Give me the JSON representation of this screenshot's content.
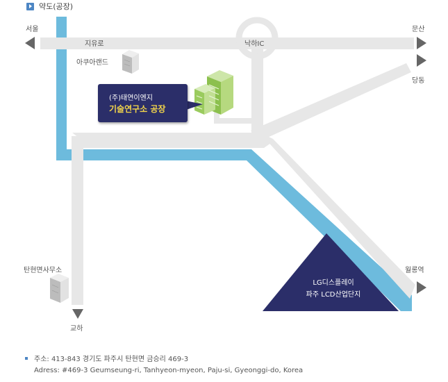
{
  "header": {
    "title": "약도(공장)"
  },
  "labels": {
    "seoul": "서울",
    "munsan": "문산",
    "jayuro": "지유로",
    "nakha_ic": "낙하IC",
    "arirand": "아쿠아랜드",
    "dangdong": "당동",
    "tanhyeon_office": "탄현면사무소",
    "wolrong": "월롱역",
    "gyoha": "교하"
  },
  "callout": {
    "line1": "(주)태연이엔지",
    "line2": "기술연구소 공장"
  },
  "lg_block": {
    "line1": "LG디스플레이",
    "line2": "파주 LCD산업단지"
  },
  "address": {
    "korean": "주소: 413-843 경기도 파주시 탄현면 금승리 469-3",
    "english": "Adress: #469-3 Geumseung-ri, Tanhyeon-myeon, Paju-si, Gyeonggi-do, Korea"
  },
  "colors": {
    "road": "#e7e7e7",
    "route": "#6dbbdd",
    "callout_bg": "#2b2e69",
    "callout_title": "#f3d54a",
    "lg_block": "#2b2e69",
    "arrow": "#666666",
    "accent": "#4d86c4"
  }
}
